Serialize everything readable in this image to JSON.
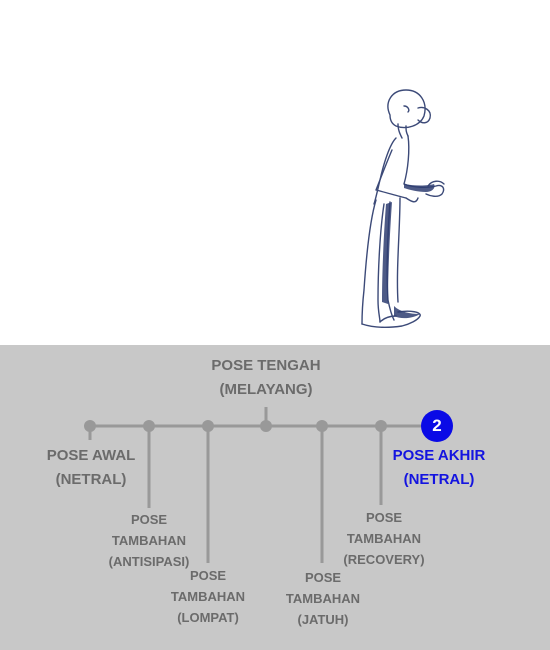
{
  "poses": {
    "awal": {
      "line1": "POSE AWAL",
      "line2": "(NETRAL)"
    },
    "antisipasi": {
      "line1": "POSE",
      "line2": "TAMBAHAN",
      "line3": "(ANTISIPASI)"
    },
    "lompat": {
      "line1": "POSE",
      "line2": "TAMBAHAN",
      "line3": "(LOMPAT)"
    },
    "tengah": {
      "line1": "POSE TENGAH",
      "line2": "(MELAYANG)"
    },
    "jatuh": {
      "line1": "POSE",
      "line2": "TAMBAHAN",
      "line3": "(JATUH)"
    },
    "recovery": {
      "line1": "POSE",
      "line2": "TAMBAHAN",
      "line3": "(RECOVERY)"
    },
    "akhir": {
      "line1": "POSE AKHIR",
      "line2": "(NETRAL)"
    }
  },
  "active_badge": "2",
  "colors": {
    "panel_bg": "#c8c8c8",
    "line": "#999999",
    "label": "#6b6b6b",
    "active": "#0a0ae6"
  }
}
